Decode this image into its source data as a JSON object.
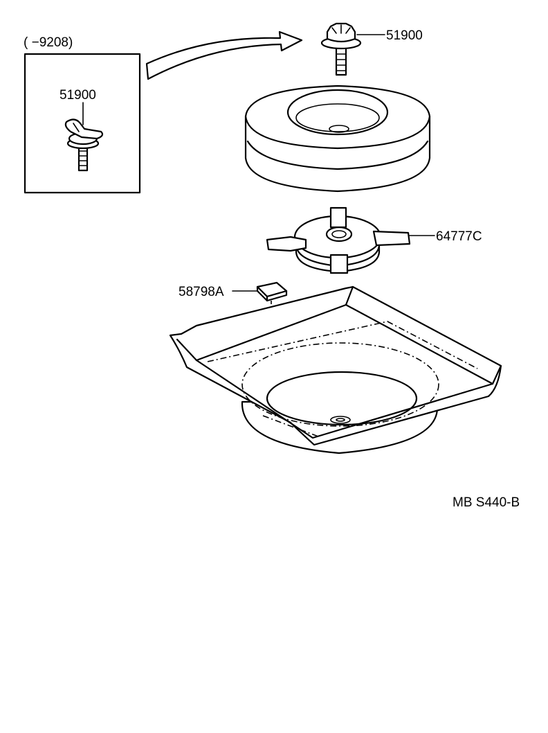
{
  "inset": {
    "date_range": "(        −9208)",
    "part_label": "51900"
  },
  "parts": {
    "hold_down_bolt": "51900",
    "spare_wheel_stopper": "64777C",
    "cushion": "58798A"
  },
  "diagram_code": "MB S440-B",
  "icons": {
    "inset_bolt": "hold-down-bolt-old-icon",
    "bolt": "hold-down-bolt-icon",
    "tire": "spare-tire-icon",
    "stopper": "wheel-stopper-icon",
    "pad": "cushion-pad-icon",
    "pan": "spare-wheel-pan-icon"
  }
}
